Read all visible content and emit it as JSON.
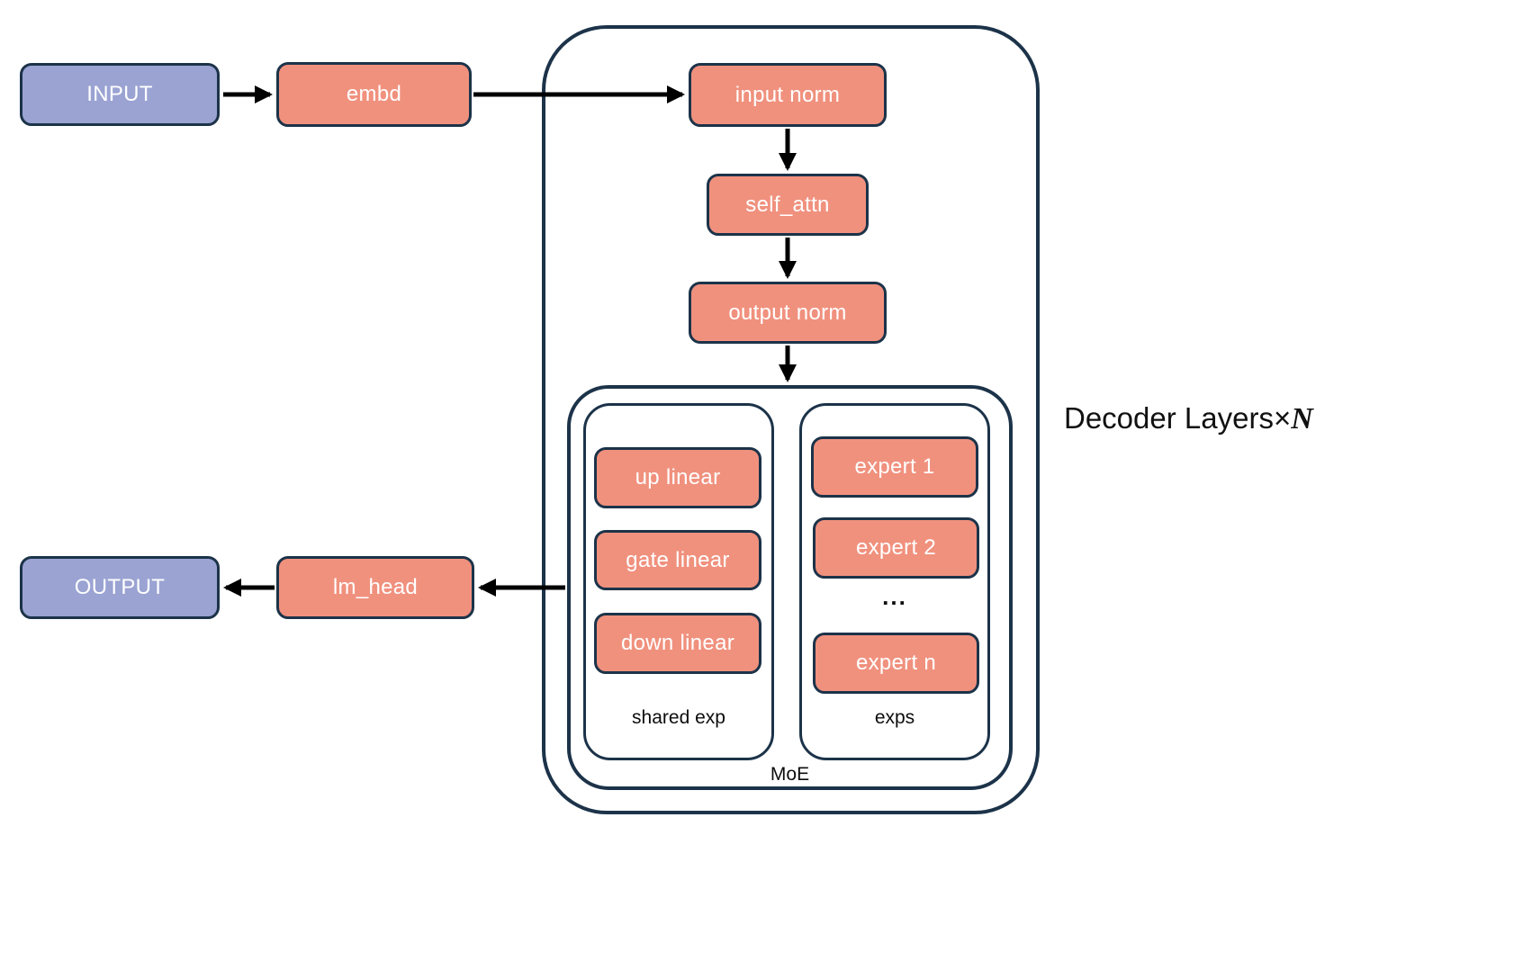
{
  "nodes": {
    "input": "INPUT",
    "embd": "embd",
    "input_norm": "input norm",
    "self_attn": "self_attn",
    "output_norm": "output norm",
    "up_linear": "up linear",
    "gate_linear": "gate linear",
    "down_linear": "down linear",
    "expert_1": "expert 1",
    "expert_2": "expert 2",
    "expert_n": "expert n",
    "lm_head": "lm_head",
    "output": "OUTPUT"
  },
  "labels": {
    "shared_exp": "shared exp",
    "exps": "exps",
    "moe": "MoE",
    "ellipsis": "...",
    "decoder_layers_prefix": "Decoder Layers×",
    "decoder_layers_n": "N"
  },
  "colors": {
    "io_fill": "#9aa3d2",
    "module_fill": "#f0917e",
    "outline": "#1c3349",
    "arrow": "#000000"
  }
}
